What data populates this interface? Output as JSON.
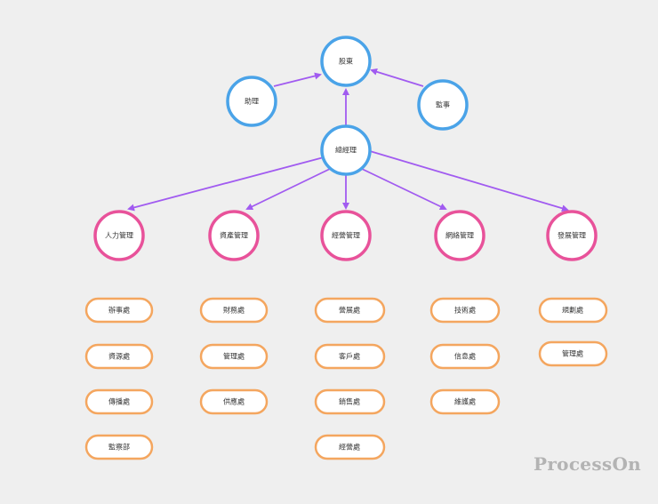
{
  "colors": {
    "background": "#efefef",
    "top_circle": "#4aa3e8",
    "department_circle": "#e8529a",
    "office_box": "#f4a65f",
    "arrow": "#a15bf0",
    "node_fill": "#ffffff",
    "text": "#333333",
    "watermark": "#b3b3b3"
  },
  "nodes": {
    "shareholders": "股東",
    "assistant": "助理",
    "supervisor": "監事",
    "general_manager": "總經理"
  },
  "departments": [
    {
      "label": "人力管理",
      "offices": [
        "辦事處",
        "資源處",
        "傳播處",
        "監察部"
      ]
    },
    {
      "label": "資產管理",
      "offices": [
        "財務處",
        "管理處",
        "供應處"
      ]
    },
    {
      "label": "經營管理",
      "offices": [
        "營展處",
        "客戶處",
        "銷售處",
        "經營處"
      ]
    },
    {
      "label": "網絡管理",
      "offices": [
        "技術處",
        "信息處",
        "維護處"
      ]
    },
    {
      "label": "發展管理",
      "offices": [
        "規劃處",
        "管理處"
      ]
    }
  ],
  "watermark": "ProcessOn"
}
